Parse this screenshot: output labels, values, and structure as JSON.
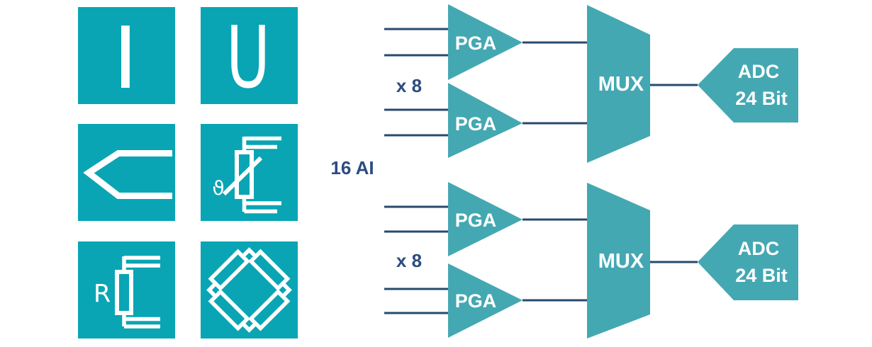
{
  "colors": {
    "tile_teal": "#09a5b4",
    "block_teal": "#44a8b2",
    "wire_navy": "#274a6e",
    "text_navy": "#2b4d80",
    "label_white": "#ffffff"
  },
  "sensors": {
    "items": [
      {
        "name": "current-input",
        "glyph": "I"
      },
      {
        "name": "voltage-input",
        "glyph": "U"
      },
      {
        "name": "thermocouple",
        "glyph": ""
      },
      {
        "name": "thermistor",
        "glyph": "ϑ"
      },
      {
        "name": "resistance",
        "glyph": "R"
      },
      {
        "name": "measuring-bridge",
        "glyph": ""
      }
    ]
  },
  "diagram": {
    "input_label": "16 AI",
    "groups": [
      {
        "multiplier_label": "x 8",
        "pga_labels": [
          "PGA",
          "PGA"
        ],
        "mux_label": "MUX",
        "adc_label": [
          "ADC",
          "24 Bit"
        ]
      },
      {
        "multiplier_label": "x 8",
        "pga_labels": [
          "PGA",
          "PGA"
        ],
        "mux_label": "MUX",
        "adc_label": [
          "ADC",
          "24 Bit"
        ]
      }
    ]
  }
}
